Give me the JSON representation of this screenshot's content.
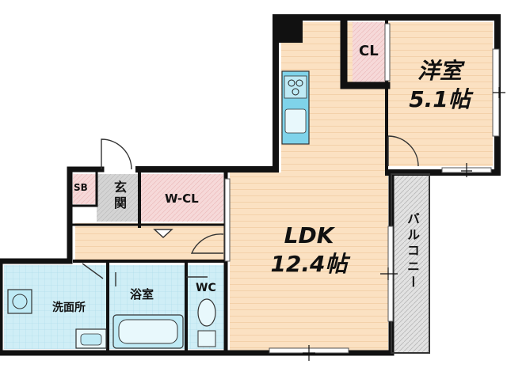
{
  "rooms": {
    "western": {
      "name": "洋室",
      "size": "5.1帖"
    },
    "ldk": {
      "name": "LDK",
      "size": "12.4帖"
    },
    "closet": {
      "name": "CL"
    },
    "walkin_closet": {
      "name": "W-CL"
    },
    "shoe_box": {
      "name": "SB"
    },
    "entrance": {
      "name": "玄関"
    },
    "washroom": {
      "name": "洗面所"
    },
    "bathroom": {
      "name": "浴室"
    },
    "toilet": {
      "name": "WC"
    },
    "balcony": {
      "name": "バルコニー"
    }
  },
  "colors": {
    "wood_floor": "#fbe1c2",
    "closet_floor": "#f6d9d9",
    "tile_blue": "#cfeef6",
    "entrance_gray": "#d4d4d4",
    "balcony_gray": "#d8d8d8",
    "wall": "#111111"
  }
}
